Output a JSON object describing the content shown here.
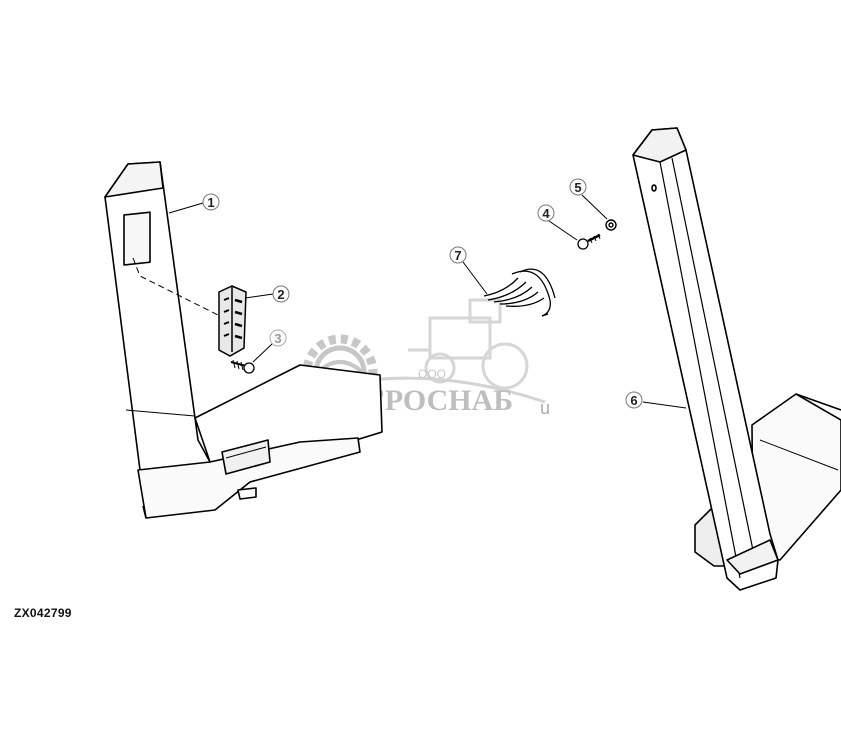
{
  "figure_id": "ZX042799",
  "callouts": [
    {
      "num": "1"
    },
    {
      "num": "2"
    },
    {
      "num": "3"
    },
    {
      "num": "4"
    },
    {
      "num": "5"
    },
    {
      "num": "6"
    },
    {
      "num": "7"
    }
  ],
  "watermark": {
    "prefix": "ООО",
    "name": "АГРОСНАБ",
    "suffix": "u"
  }
}
